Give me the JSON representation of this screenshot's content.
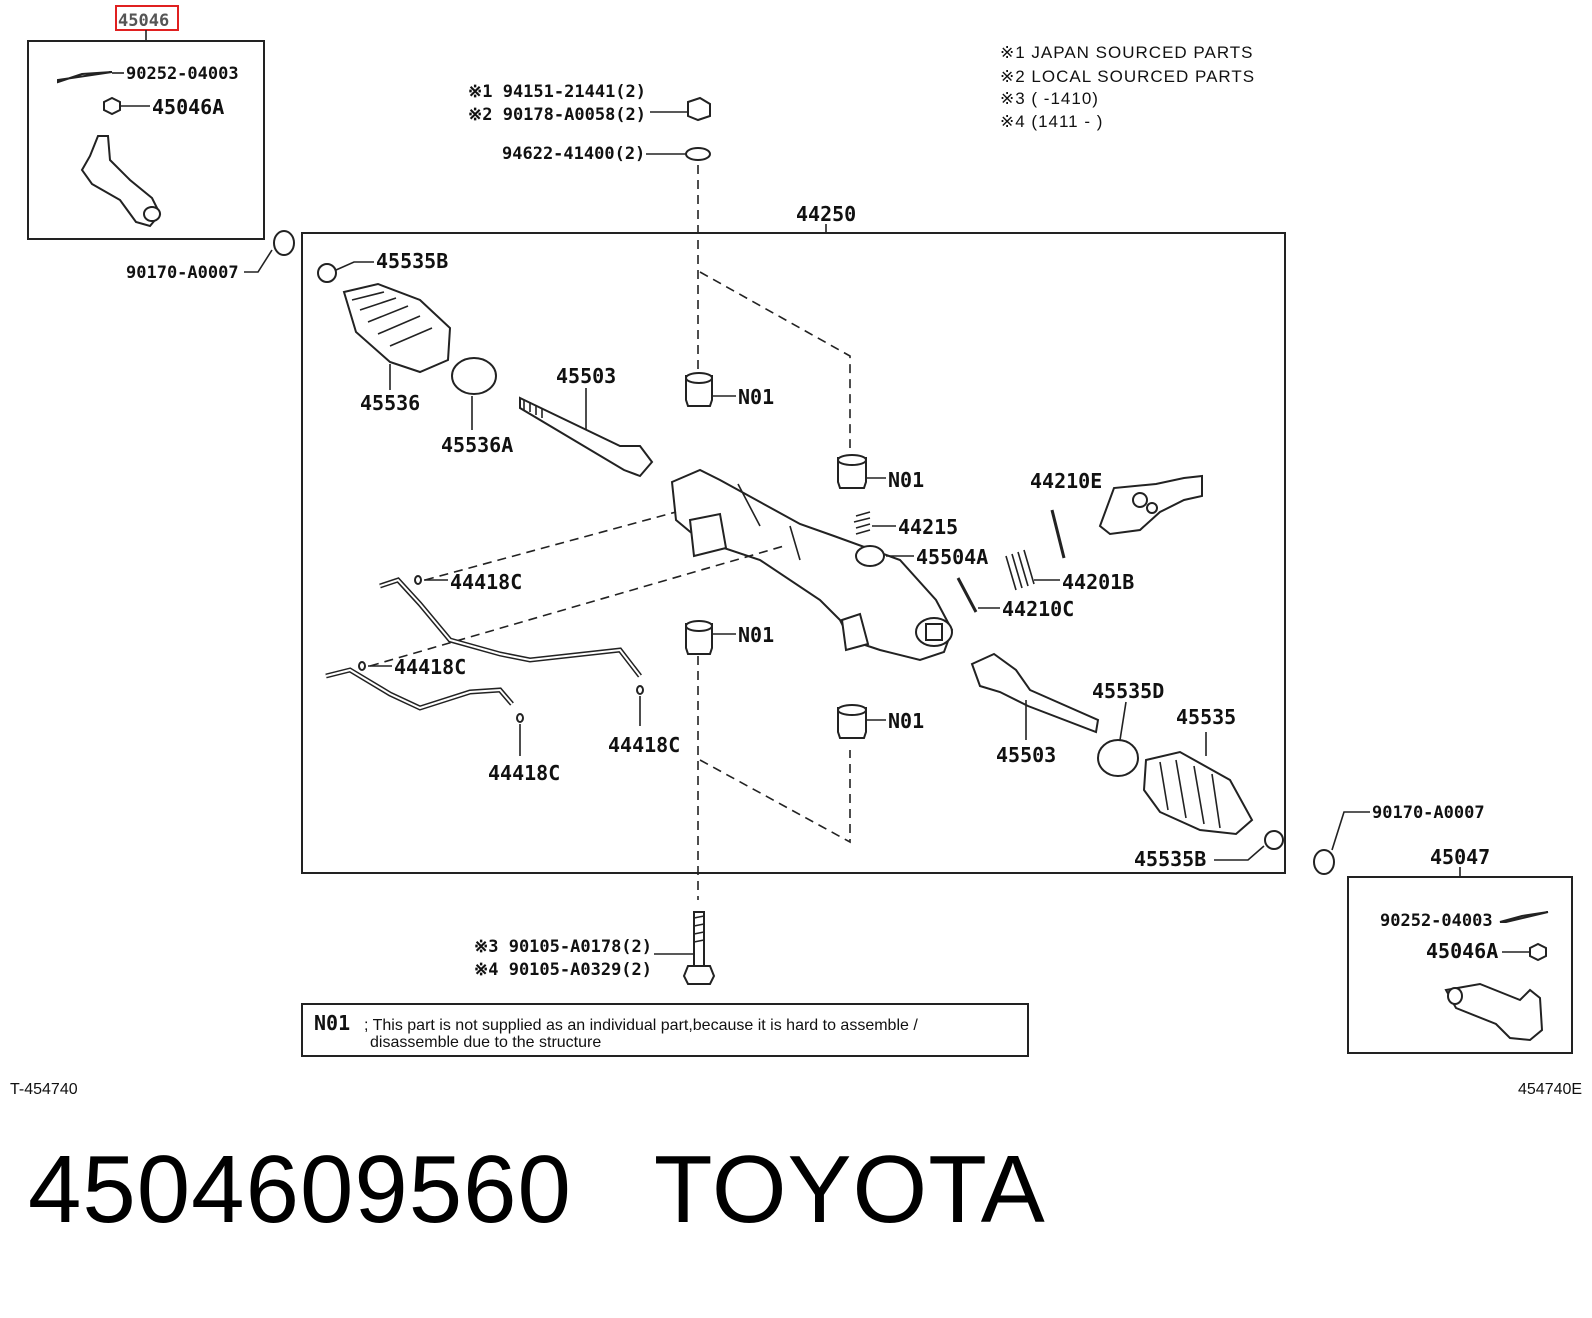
{
  "page_title": {
    "part_number": "4504609560",
    "brand": "TOYOTA"
  },
  "highlighted_part": "45046",
  "legend_notes": [
    "※1 JAPAN SOURCED PARTS",
    "※2 LOCAL SOURCED PARTS",
    "※3 (        -1410)",
    "※4 (1411 -        )"
  ],
  "labels": {
    "p90252_left": "90252-04003",
    "p45046a_left": "45046A",
    "p90170_left": "90170-A0007",
    "p45535b_top": "45535B",
    "p45536": "45536",
    "p45536a": "45536A",
    "p45503_top": "45503",
    "p94151": "※1 94151-21441(2)",
    "p90178": "※2 90178-A0058(2)",
    "p94622": "94622-41400(2)",
    "p44250": "44250",
    "n01_a": "N01",
    "n01_b": "N01",
    "n01_c": "N01",
    "n01_d": "N01",
    "p44210e": "44210E",
    "p44215": "44215",
    "p45504a": "45504A",
    "p44201b": "44201B",
    "p44210c": "44210C",
    "p44418c_a": "44418C",
    "p44418c_b": "44418C",
    "p44418c_c": "44418C",
    "p44418c_d": "44418C",
    "p45535d": "45535D",
    "p45535": "45535",
    "p45503_bot": "45503",
    "p45535b_bot": "45535B",
    "p90170_right": "90170-A0007",
    "p45047": "45047",
    "p90252_right": "90252-04003",
    "p45046a_right": "45046A",
    "p90105_a": "※3 90105-A0178(2)",
    "p90105_b": "※4 90105-A0329(2)"
  },
  "n01_note": {
    "tag": "N01",
    "line1": "; This part is not supplied as an individual part,because it is hard to assemble /",
    "line2": "disassemble due to the structure"
  },
  "footer": {
    "left_code": "T-454740",
    "right_code": "454740E"
  }
}
